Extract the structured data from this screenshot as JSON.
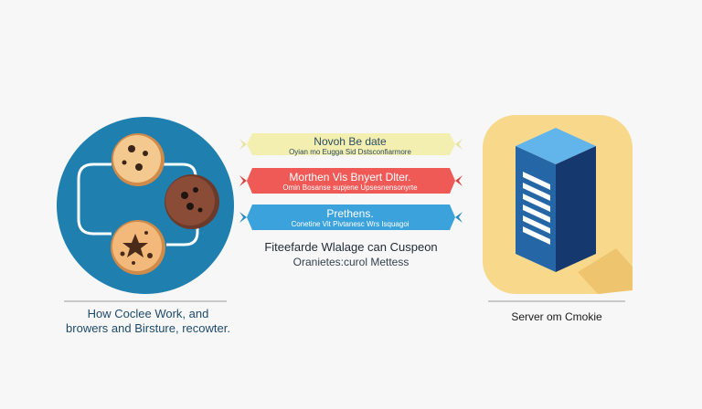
{
  "left_panel": {
    "caption_line1": "How Coclee Work, and",
    "caption_line2": "browers and Birsture, recowter."
  },
  "banners": [
    {
      "title": "Novoh Be date",
      "subtitle": "Oyian mo Eugga Sid Dstsconfiarmore",
      "color": "#f3efb0"
    },
    {
      "title": "Morthen Vis Bnyert Dlter.",
      "subtitle": "Omin Bosanse supjene Upsesnensonyrte",
      "color": "#ef5a57"
    },
    {
      "title": "Prethens.",
      "subtitle": "Conetine Vit Pivtanesc Wrs Isquagoi",
      "color": "#3ca2dc"
    }
  ],
  "middle_caption": {
    "line1": "Fiteefarde Wlalage can   Cuspeon",
    "line2": "Oranietes:curol Mettess"
  },
  "right_panel": {
    "caption": "Server om Cmokie"
  },
  "colors": {
    "circle": "#1f7fae",
    "server_bg": "#f8d98c",
    "server_front": "#2566a6",
    "server_side": "#15386e",
    "server_top": "#62b5ea"
  }
}
